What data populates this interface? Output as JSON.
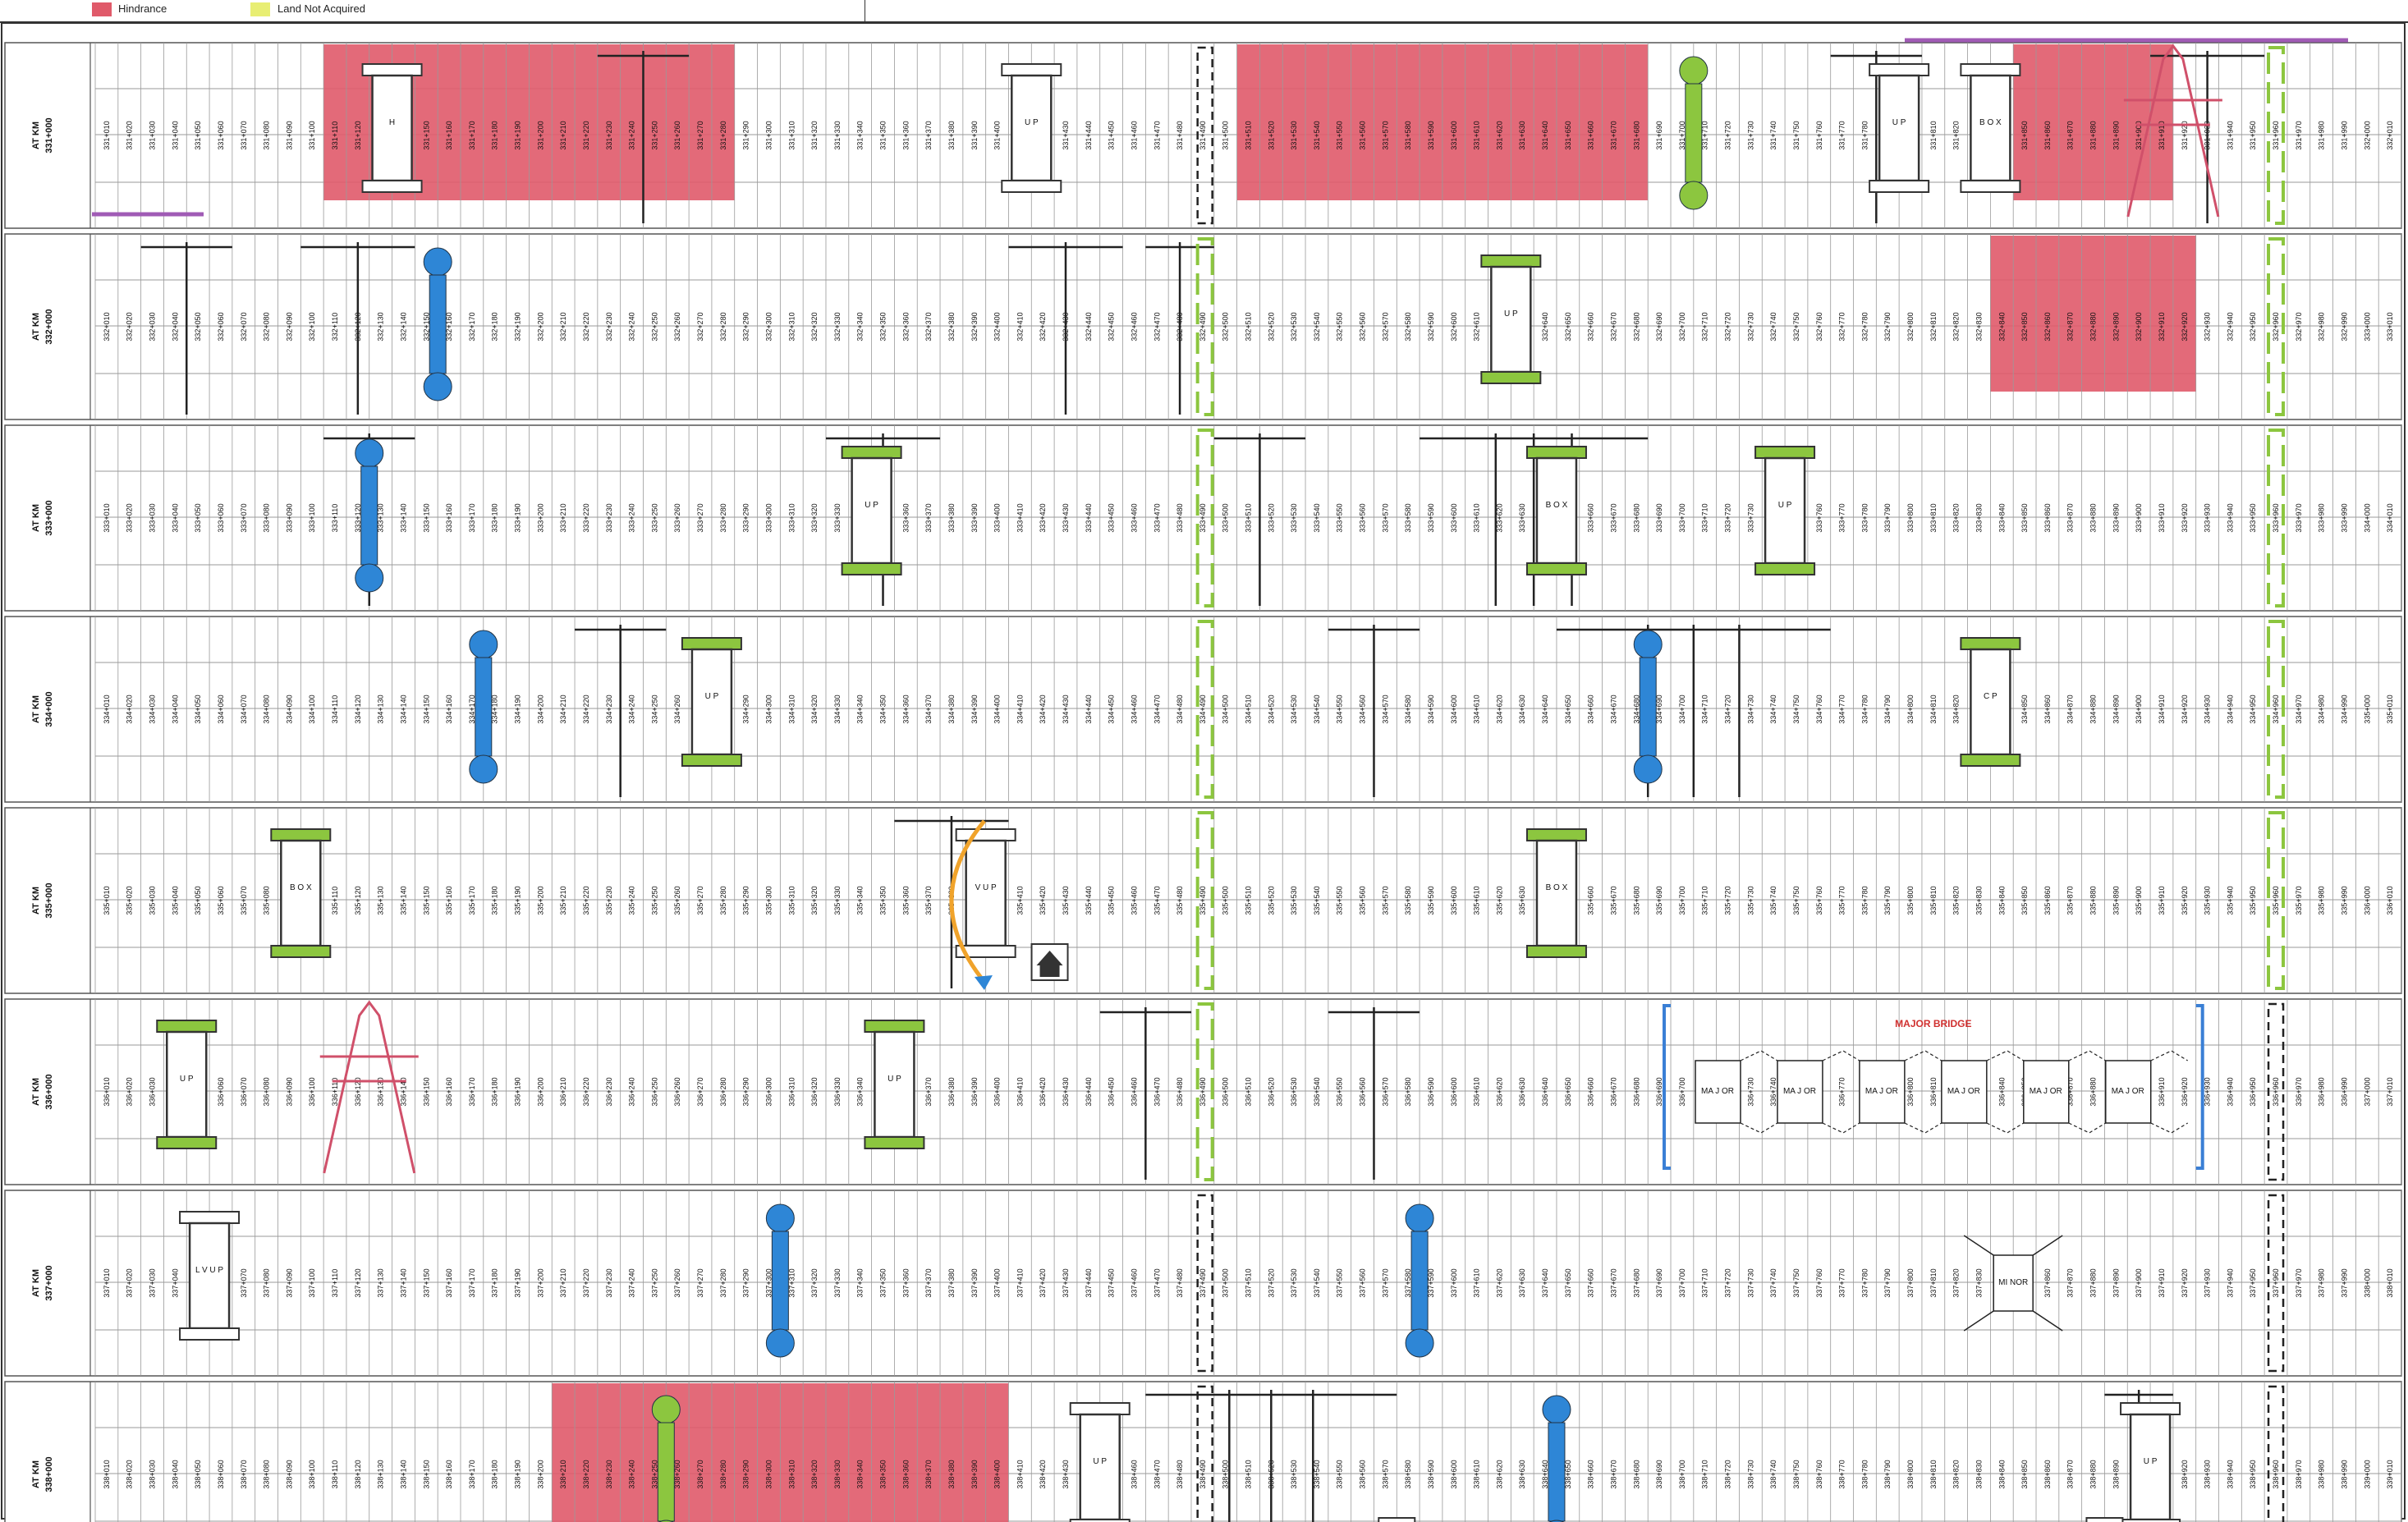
{
  "legend": {
    "items": [
      {
        "label": "Hindrance",
        "color": "#e05a6a"
      },
      {
        "label": "Land Not Acquired",
        "color": "#e8ee73"
      }
    ]
  },
  "colors": {
    "hindrance": "#e05a6a",
    "culvert_green": "#8cc63f",
    "pipe_blue": "#2e86d6",
    "bridge_blue": "#3a7fd5",
    "tower_red": "#d0506a",
    "arrow_orange": "#f0a32b",
    "grid_line": "#9a9a9a",
    "dash_black": "#222222",
    "dash_green": "#8cc63f"
  },
  "bands": [
    {
      "label_line1": "AT KM",
      "label_line2": "331+000",
      "prefix": "331",
      "hindrance": [
        [
          10,
          28
        ],
        [
          50,
          68
        ],
        [
          84,
          91
        ]
      ],
      "poles": [
        [
          22,
          26
        ],
        [
          76,
          80
        ],
        [
          90,
          95
        ]
      ],
      "culverts": [
        {
          "type": "white",
          "col": 13,
          "text": "H"
        },
        {
          "type": "white",
          "col": 41,
          "text": "U P"
        },
        {
          "type": "white",
          "col": 79,
          "text": "U P"
        },
        {
          "type": "white",
          "col": 83,
          "text": "B O X"
        },
        {
          "type": "green-pipe",
          "col": 70,
          "text": ""
        }
      ],
      "towers": [
        91
      ],
      "dashes": [
        {
          "kind": "black",
          "col": 48.6
        },
        {
          "kind": "green",
          "col": 95.5
        }
      ]
    },
    {
      "label_line1": "AT KM",
      "label_line2": "332+000",
      "prefix": "332",
      "hindrance": [
        [
          83,
          92
        ]
      ],
      "poles": [
        [
          2,
          6
        ],
        [
          9,
          14
        ],
        [
          40,
          45
        ],
        [
          46,
          49
        ]
      ],
      "culverts": [
        {
          "type": "blue-pipe",
          "col": 15,
          "text": ""
        },
        {
          "type": "green",
          "col": 62,
          "text": "U P"
        }
      ],
      "towers": [],
      "dashes": [
        {
          "kind": "green",
          "col": 48.6
        },
        {
          "kind": "green",
          "col": 95.5
        }
      ]
    },
    {
      "label_line1": "AT KM",
      "label_line2": "333+000",
      "prefix": "333",
      "hindrance": [],
      "poles": [
        [
          10,
          14
        ],
        [
          32,
          37
        ],
        [
          49,
          53
        ],
        [
          58,
          68
        ]
      ],
      "culverts": [
        {
          "type": "blue-pipe",
          "col": 12,
          "text": ""
        },
        {
          "type": "green",
          "col": 34,
          "text": "U P"
        },
        {
          "type": "green",
          "col": 64,
          "text": "B O X"
        },
        {
          "type": "green",
          "col": 74,
          "text": "U P"
        }
      ],
      "towers": [],
      "dashes": [
        {
          "kind": "green",
          "col": 48.6
        },
        {
          "kind": "green",
          "col": 95.5
        }
      ]
    },
    {
      "label_line1": "AT KM",
      "label_line2": "334+000",
      "prefix": "334",
      "hindrance": [],
      "poles": [
        [
          21,
          25
        ],
        [
          54,
          58
        ],
        [
          64,
          76
        ]
      ],
      "culverts": [
        {
          "type": "blue-pipe",
          "col": 17,
          "text": ""
        },
        {
          "type": "green",
          "col": 27,
          "text": "U P"
        },
        {
          "type": "blue-pipe",
          "col": 68,
          "text": ""
        },
        {
          "type": "green",
          "col": 83,
          "text": "C P"
        }
      ],
      "towers": [],
      "dashes": [
        {
          "kind": "green",
          "col": 48.6
        },
        {
          "kind": "green",
          "col": 95.5
        }
      ]
    },
    {
      "label_line1": "AT KM",
      "label_line2": "335+000",
      "prefix": "335",
      "hindrance": [],
      "poles": [
        [
          35,
          40
        ]
      ],
      "culverts": [
        {
          "type": "green",
          "col": 9,
          "text": "B O X"
        },
        {
          "type": "white",
          "col": 39,
          "text": "V U P"
        },
        {
          "type": "green",
          "col": 64,
          "text": "B O X"
        }
      ],
      "towers": [],
      "house": [
        41.8
      ],
      "arrow": [
        37.5
      ],
      "dashes": [
        {
          "kind": "green",
          "col": 48.6
        },
        {
          "kind": "green",
          "col": 95.5
        }
      ]
    },
    {
      "label_line1": "AT KM",
      "label_line2": "336+000",
      "prefix": "336",
      "hindrance": [],
      "poles": [
        [
          44,
          48
        ],
        [
          54,
          58
        ]
      ],
      "culverts": [
        {
          "type": "green",
          "col": 4,
          "text": "U P"
        },
        {
          "type": "green",
          "col": 35,
          "text": "U P"
        }
      ],
      "towers": [
        12
      ],
      "major_bridge": {
        "label": "MAJOR BRIDGE",
        "start": 69,
        "end": 92,
        "spans": [
          "MA J OR",
          "MA J OR",
          "MA J OR",
          "MA J OR",
          "MA J OR",
          "MA J OR"
        ]
      },
      "dashes": [
        {
          "kind": "green",
          "col": 48.6
        },
        {
          "kind": "black",
          "col": 95.5
        }
      ]
    },
    {
      "label_line1": "AT KM",
      "label_line2": "337+000",
      "prefix": "337",
      "hindrance": [],
      "poles": [],
      "culverts": [
        {
          "type": "white",
          "col": 5,
          "text": "L V U P"
        },
        {
          "type": "blue-pipe",
          "col": 30,
          "text": ""
        },
        {
          "type": "blue-pipe",
          "col": 58,
          "text": ""
        }
      ],
      "towers": [],
      "minor_bridge": {
        "col": 84,
        "text": "MI NOR"
      },
      "dashes": [
        {
          "kind": "black",
          "col": 48.6
        },
        {
          "kind": "black",
          "col": 95.5
        }
      ]
    },
    {
      "label_line1": "AT KM",
      "label_line2": "338+000",
      "prefix": "338",
      "hindrance": [
        [
          20,
          40
        ]
      ],
      "poles": [
        [
          46,
          57
        ],
        [
          88,
          91
        ]
      ],
      "culverts": [
        {
          "type": "green-pipe",
          "col": 25,
          "text": ""
        },
        {
          "type": "white",
          "col": 44,
          "text": "U P"
        },
        {
          "type": "blue-pipe",
          "col": 64,
          "text": ""
        },
        {
          "type": "white",
          "col": 90,
          "text": "U P"
        }
      ],
      "towers": [],
      "house": [
        57,
        88
      ],
      "dashes": [
        {
          "kind": "black",
          "col": 48.6
        },
        {
          "kind": "black",
          "col": 95.5
        }
      ]
    }
  ]
}
